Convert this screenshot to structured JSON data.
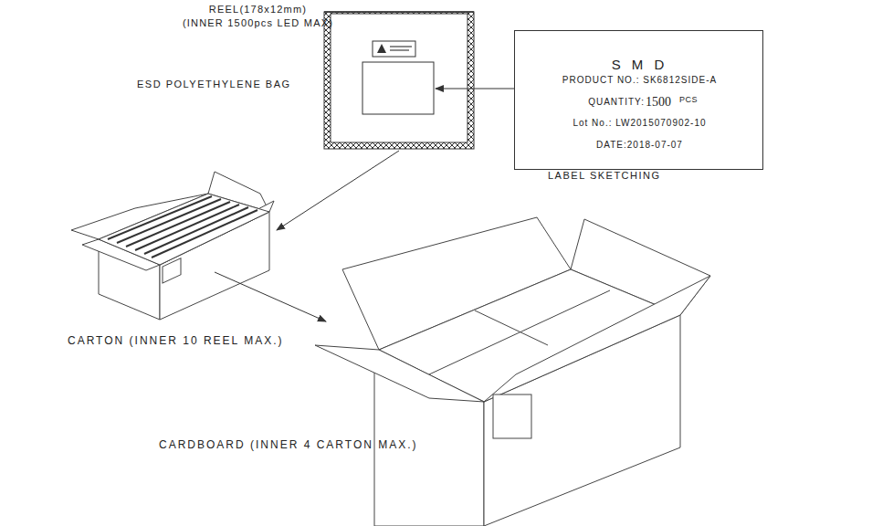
{
  "diagram": {
    "nodes": [
      {
        "text": [
          "REEL(178x12mm)",
          "(INNER 1500pcs LED MAX)"
        ]
      },
      {
        "text": [
          "S M D",
          "PRODUCT NO.: SK6812SIDE-A",
          "QUANTITY:",
          "1500",
          "PCS",
          "Lot No.: LW2015070902-10",
          "DATE:2018-07-07",
          "LABEL SKETCHING"
        ]
      },
      {
        "text": [
          "CARTON (INNER 10 REEL MAX.)"
        ]
      },
      {
        "text": [
          "CARDBOARD (INNER 4 CARTON MAX.)"
        ]
      }
    ],
    "edges": [
      {
        "from": 1,
        "to": 0,
        "arrow": "to"
      },
      {
        "from": 0,
        "to": 2,
        "arrow": "to"
      },
      {
        "from": 2,
        "to": 3,
        "arrow": "to"
      }
    ],
    "labels": [
      "ESD POLYETHYLENE BAG"
    ]
  }
}
